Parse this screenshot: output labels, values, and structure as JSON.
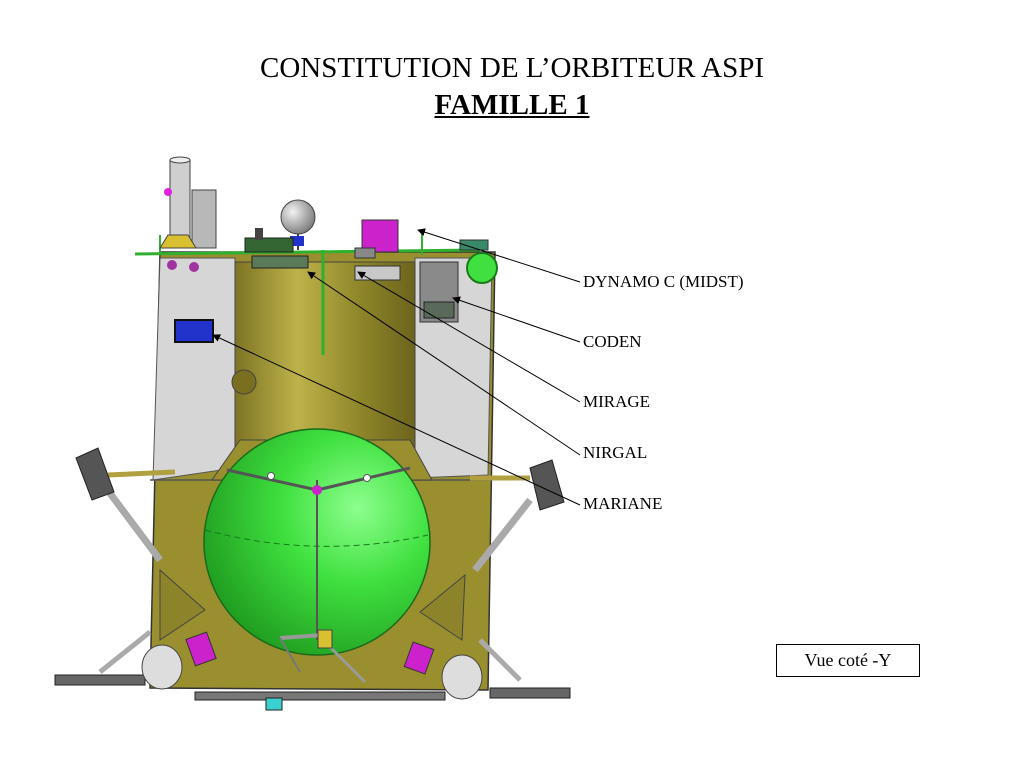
{
  "title": {
    "line1": "CONSTITUTION  DE L’ORBITEUR ASPI",
    "line2": "FAMILLE 1"
  },
  "labels": [
    {
      "id": "dynamo",
      "text": "DYNAMO C (MIDST)"
    },
    {
      "id": "coden",
      "text": "CODEN"
    },
    {
      "id": "mirage",
      "text": "MIRAGE"
    },
    {
      "id": "nirgal",
      "text": "NIRGAL"
    },
    {
      "id": "mariane",
      "text": "MARIANE"
    }
  ],
  "view_label": "Vue coté -Y",
  "colors": {
    "body_olive": "#9a8f2e",
    "panel_grey": "#d6d6d6",
    "tank_green": "#3fe03f",
    "instrument_magenta": "#cc22cc",
    "instrument_blue": "#2233cc",
    "boom_green": "#2fb02f"
  }
}
